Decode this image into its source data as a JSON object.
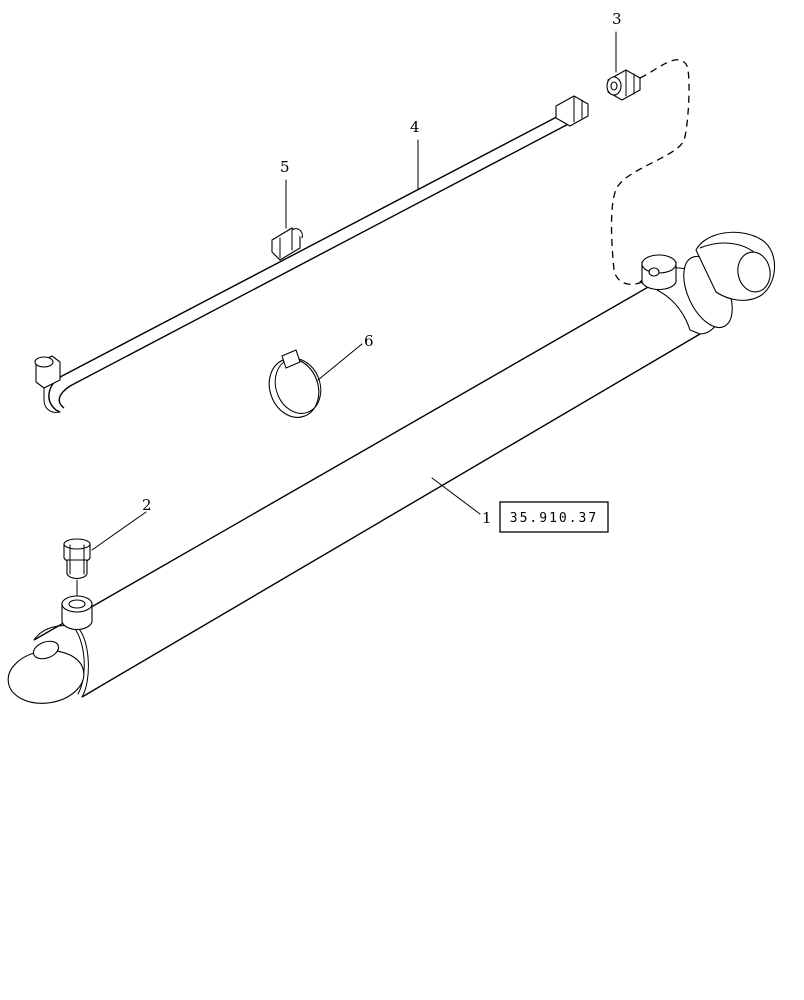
{
  "diagram": {
    "callouts": [
      {
        "id": "callout-1",
        "text": "1"
      },
      {
        "id": "callout-2",
        "text": "2"
      },
      {
        "id": "callout-3",
        "text": "3"
      },
      {
        "id": "callout-4",
        "text": "4"
      },
      {
        "id": "callout-5",
        "text": "5"
      },
      {
        "id": "callout-6",
        "text": "6"
      }
    ],
    "reference_box": "35.910.37"
  }
}
